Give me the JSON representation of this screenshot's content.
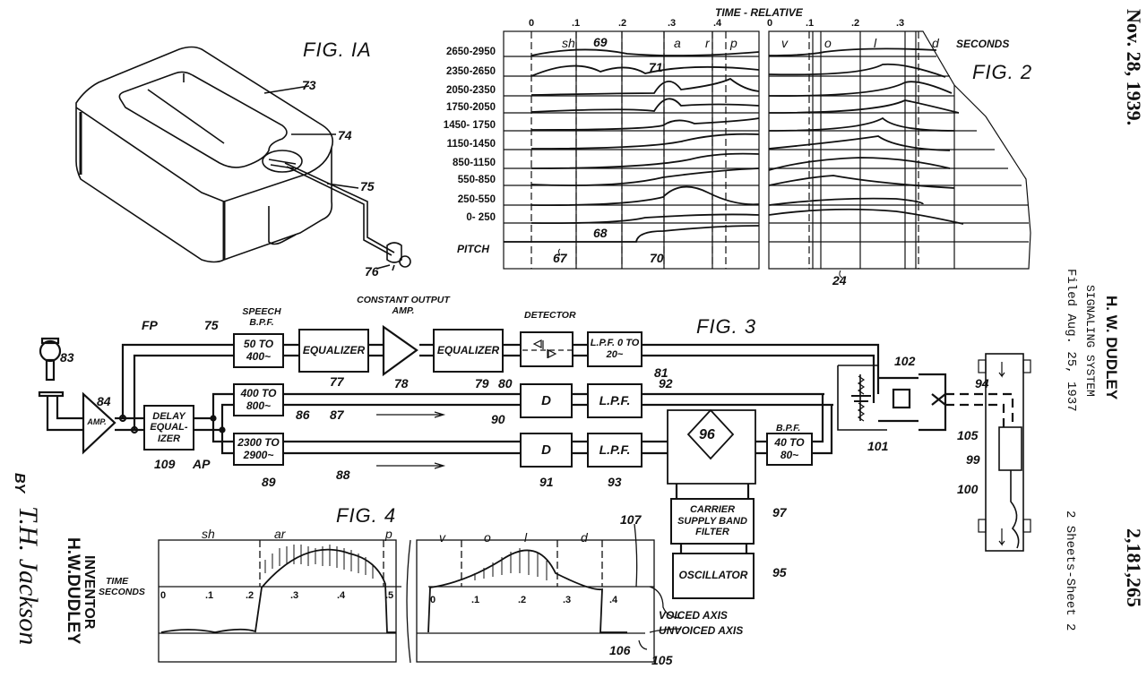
{
  "header": {
    "date": "Nov. 28, 1939.",
    "inventor_name": "H. W. DUDLEY",
    "title": "SIGNALING SYSTEM",
    "filed": "Filed Aug. 25, 1937",
    "sheets": "2 Sheets-Sheet 2",
    "patent_number": "2,181,265"
  },
  "signature": {
    "by": "BY",
    "inventor_label": "INVENTOR",
    "inventor": "H.W.DUDLEY",
    "attorney_signature": "T.H. Jackson"
  },
  "fig1a": {
    "title": "FIG. IA",
    "refs": [
      "73",
      "74",
      "75",
      "76"
    ]
  },
  "fig2": {
    "title": "FIG. 2",
    "time_label": "TIME - RELATIVE",
    "seconds_label": "SECONDS",
    "ticks_left": [
      "0",
      ".1",
      ".2",
      ".3",
      ".4"
    ],
    "ticks_right": [
      "0",
      ".1",
      ".2",
      ".3"
    ],
    "phonemes_left": [
      "sh",
      "a",
      "r",
      "p"
    ],
    "phonemes_right": [
      "v",
      "o",
      "l",
      "d"
    ],
    "bands": [
      "2650-2950",
      "2350-2650",
      "2050-2350",
      "1750-2050",
      "1450- 1750",
      "1150-1450",
      "850-1150",
      "550-850",
      "250-550",
      "0- 250"
    ],
    "pitch_label": "PITCH",
    "refs": [
      "69",
      "71",
      "68",
      "67",
      "70",
      "24"
    ]
  },
  "fig3": {
    "title": "FIG. 3",
    "labels": {
      "fp": "FP",
      "ap": "AP",
      "speech_bpf": "SPEECH B.P.F.",
      "constant_output_amp": "CONSTANT OUTPUT AMP.",
      "detector": "DETECTOR",
      "bpf": "B.P.F."
    },
    "boxes": {
      "bpf_50_400": "50 TO 400~",
      "equalizer1": "EQUALIZER",
      "equalizer2": "EQUALIZER",
      "lpf_0_20": "L.P.F. 0 TO 20~",
      "delay_equalizer": "DELAY EQUAL-IZER",
      "amp": "AMP.",
      "bpf_400_800": "400 TO 800~",
      "bpf_2300_2900": "2300 TO 2900~",
      "d1": "D",
      "d2": "D",
      "lpf1": "L.P.F.",
      "lpf2": "L.P.F.",
      "bpf_40_80": "40 TO 80~",
      "carrier": "CARRIER SUPPLY BAND FILTER",
      "oscillator": "OSCILLATOR",
      "bridge": "96"
    },
    "refs": {
      "r75": "75",
      "r77": "77",
      "r78": "78",
      "r79": "79",
      "r80": "80",
      "r81": "81",
      "r83": "83",
      "r84": "84",
      "r86": "86",
      "r87": "87",
      "r88": "88",
      "r89": "89",
      "r90": "90",
      "r91": "91",
      "r92": "92",
      "r93": "93",
      "r94": "94",
      "r95": "95",
      "r97": "97",
      "r99": "99",
      "r100": "100",
      "r101": "101",
      "r102": "102",
      "r105": "105",
      "r109": "109"
    }
  },
  "fig4": {
    "title": "FIG. 4",
    "time_label": "TIME",
    "seconds_label": "SECONDS",
    "ticks_left": [
      "0",
      ".1",
      ".2",
      ".3",
      ".4",
      ".5"
    ],
    "ticks_right": [
      "0",
      ".1",
      ".2",
      ".3",
      ".4"
    ],
    "phonemes_left": [
      "sh",
      "ar",
      "p"
    ],
    "phonemes_right": [
      "v",
      "o",
      "l",
      "d"
    ],
    "voiced_axis": "VOICED AXIS",
    "unvoiced_axis": "UNVOICED AXIS",
    "refs": [
      "107",
      "106",
      "105"
    ]
  }
}
